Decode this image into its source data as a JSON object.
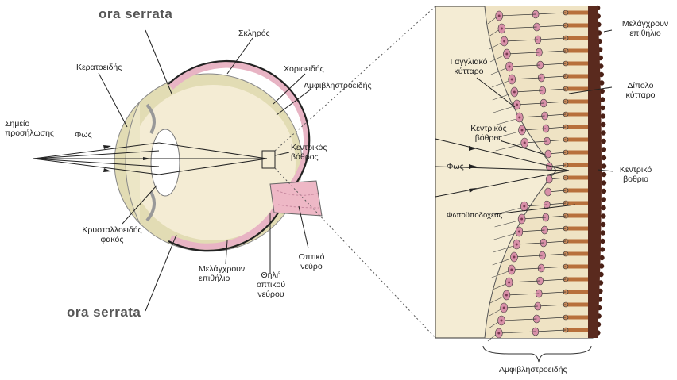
{
  "left_labels": {
    "ora_serrata_top": "ora serrata",
    "ora_serrata_bottom": "ora serrata",
    "sclera": "Σκληρός",
    "cornea": "Κερατοειδής",
    "choroid": "Χοριοειδής",
    "retina": "Αμφιβληστροειδής",
    "focal_point": "Σημείο προσήλωσης",
    "light": "Φως",
    "fovea_line1": "Κεντρικός",
    "fovea_line2": "βόθρος",
    "lens_line1": "Κρυσταλλοειδής",
    "lens_line2": "φακός",
    "pigment_line1": "Μελάγχρουν",
    "pigment_line2": "επιθήλιο",
    "sheath_line1": "Θηλή",
    "sheath_line2": "οπτικού",
    "sheath_line3": "νεύρου",
    "optic_line1": "Οπτικό",
    "optic_line2": "νεύρο"
  },
  "right_labels": {
    "ganglion_line1": "Γαγγλιακό",
    "ganglion_line2": "κύτταρο",
    "fovea_line1": "Κεντρικός",
    "fovea_line2": "βόθρος",
    "light": "Φως",
    "photoreceptors": "Φωτοϋποδοχέας",
    "pigment_line1": "Μελάγχρουν",
    "pigment_line2": "επιθήλιο",
    "bipolar_line1": "Δίπολο",
    "bipolar_line2": "κύτταρο",
    "fovea_pit_line1": "Κεντρικό",
    "fovea_pit_line2": "βοθριο",
    "retina_bracket": "Αμφιβληστροειδής"
  },
  "colors": {
    "eye_fill": "#f4ecd4",
    "sclera": "#e2dcb4",
    "retina_pink": "#e8b4c4",
    "pigment": "#5a2a1e",
    "cell_pink": "#d890a8",
    "outline": "#333333"
  }
}
